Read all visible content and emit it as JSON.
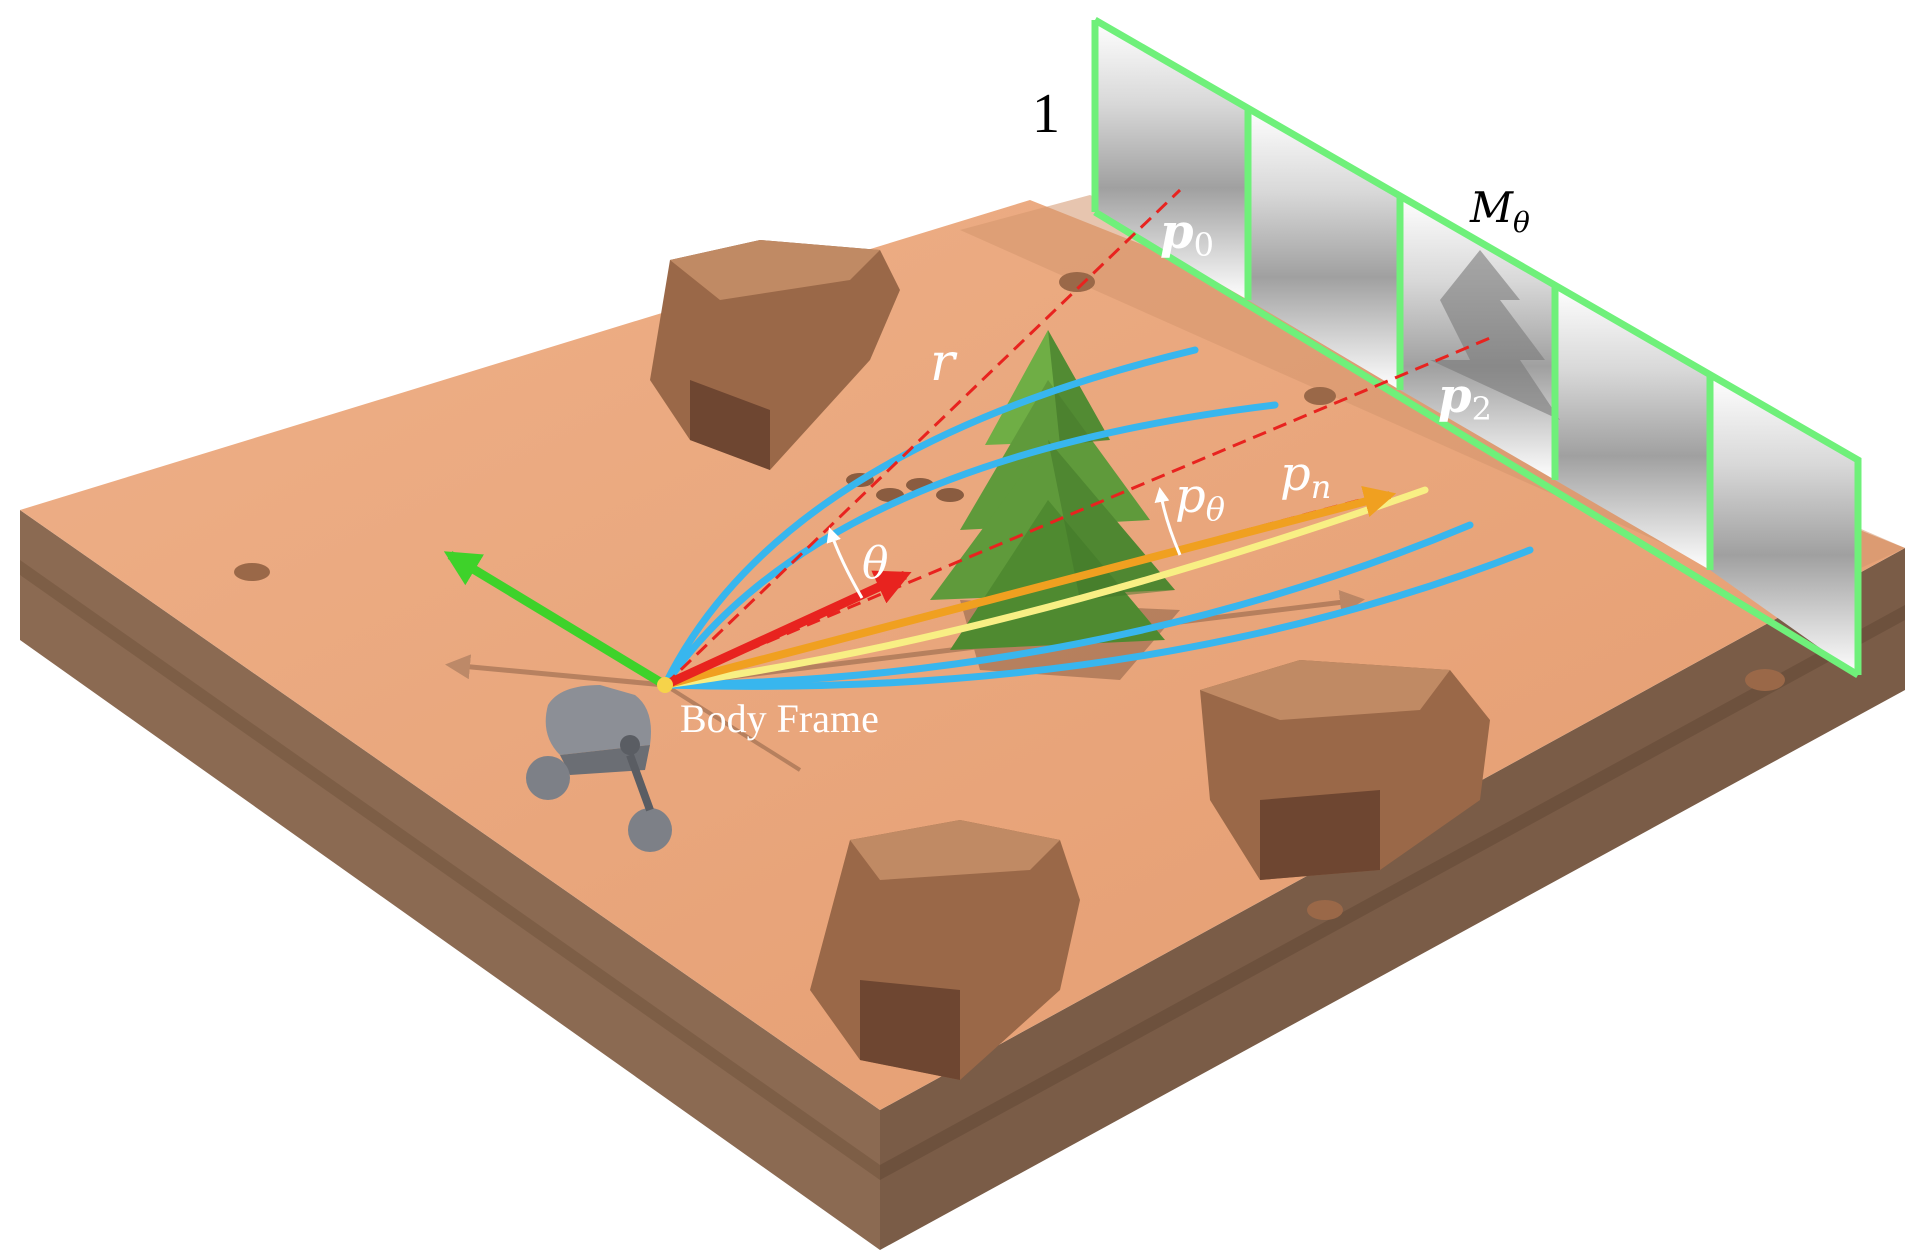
{
  "labels": {
    "scale_one": "1",
    "map_symbol": "M",
    "map_subscript": "θ",
    "p0_base": "p",
    "p0_sub": "0",
    "p2_base": "p",
    "p2_sub": "2",
    "pn_base": "p",
    "pn_sub": "n",
    "ptheta_base": "p",
    "ptheta_sub": "θ",
    "range_r": "r",
    "angle_theta": "θ",
    "body_frame": "Body Frame"
  },
  "colors": {
    "ground_top": "#e9a57a",
    "ground_side_front": "#8b6a52",
    "ground_side_right": "#7a5c47",
    "path_band": "#d4956d",
    "rock": "#9a6848",
    "rock_light": "#c08a64",
    "rock_dark": "#6e4631",
    "tree": "#5f9a3b",
    "tree_dark": "#3f7328",
    "trajectory_blue": "#38b6ee",
    "trajectory_yellow": "#f8ef84",
    "ray_red": "#e8231f",
    "ray_orange": "#f0a020",
    "axis_green": "#3ed22a",
    "map_frame": "#6ff07a",
    "robot": "#8c8f96"
  },
  "icons": {
    "robot": "legged-robot-icon",
    "tree": "pine-tree-icon",
    "rock": "rock-formation-icon"
  }
}
